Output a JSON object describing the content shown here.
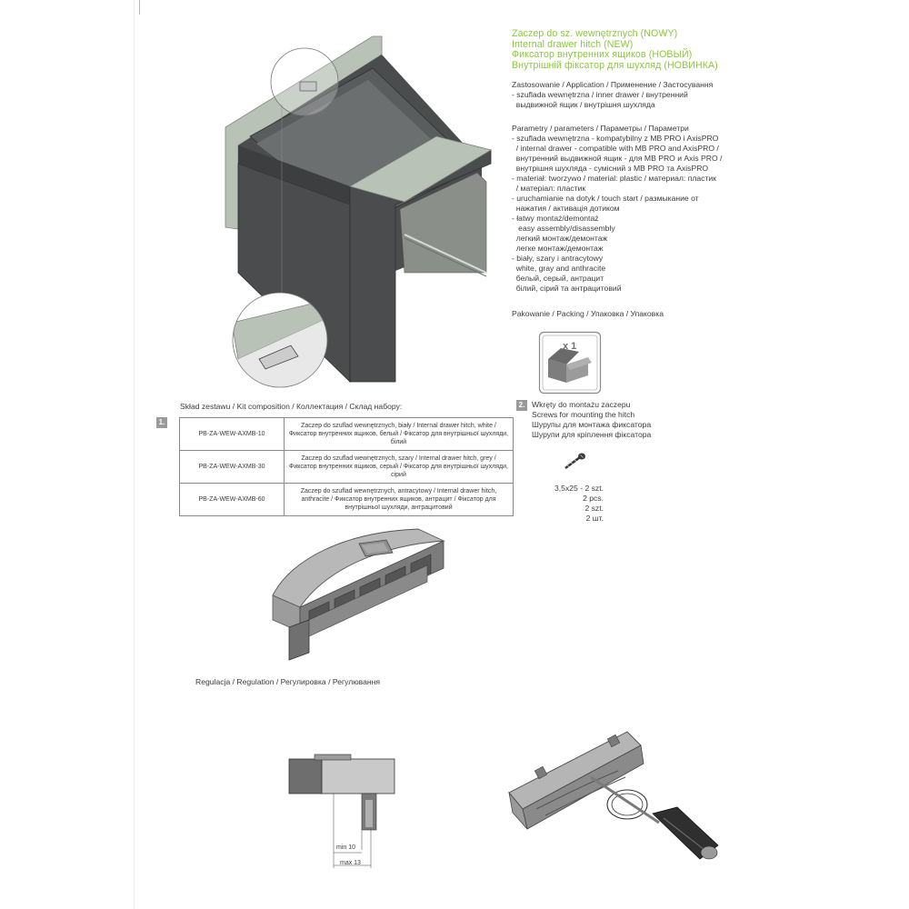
{
  "title": {
    "pl": "Zaczep do sz. wewnętrznych (NOWY)",
    "en": "Internal drawer hitch (NEW)",
    "ru": "Фиксатор внутренних ящиков (НОВЫЙ)",
    "ua": "Внутрішній фіксатор для шухляд (НОВИНКА)"
  },
  "application": {
    "heading": "Zastosowanie / Application / Применение / Застосування",
    "lines": [
      "- szuflada wewnętrzna / inner drawer / внутренний",
      "  выдвижной ящик / внутрішня шухляда"
    ]
  },
  "parameters": {
    "heading": "Parametry / parameters / Параметры / Параметри",
    "lines": [
      "- szuflada wewnętrzna - kompatybilny z MB PRO i AxisPRO",
      "  / internal drawer - compatible with MB PRO and AxisPRO /",
      "  внутренний выдвижной ящик - для MB PRO и Axis PRO /",
      "  внутрішня шухляда - сумісний з MB PRO та AxisPRO",
      "- materiał: tworzywo / material: plastic / материал: пластик",
      "  / матеріал: пластик",
      "- uruchamianie na dotyk / touch start / размыкание от",
      "  нажатия / активація дотиком",
      "- łatwy montaż/demontaż",
      "   easy assembly/disassembly",
      "  легкий монтаж/демонтаж",
      "  легке монтаж/демонтаж",
      "- biały, szary i antracytowy",
      "  white, gray and anthracite",
      "  белый, серый, антрацит",
      "  білий, сірий та антрацитовий"
    ]
  },
  "packing": {
    "heading": "Pakowanie / Packing / Упаковка / Упаковка",
    "count": "x 1"
  },
  "kit": {
    "label": "Skład zestawu / Kit composition / Коллектация / Склад набору:",
    "badge": "1.",
    "rows": [
      {
        "code": "PB-ZA-WEW-AXMB-10",
        "desc": "Zaczep do szuflad wewnętrznych, biały / Internal drawer hitch, white / Фиксатор внутренних ящиков, белый / Фіксатор для внутрішньої шухляди, білий"
      },
      {
        "code": "PB-ZA-WEW-AXMB-30",
        "desc": "Zaczep do szuflad wewnętrznych, szary / Internal drawer hitch, grey / Фиксатор внутренних ящиков, серый / Фіксатор для внутрішньої шухляди, сірий"
      },
      {
        "code": "PB-ZA-WEW-AXMB-60",
        "desc": "Zaczep do szuflad wewnętrznych, antracytowy / Internal drawer hitch, anthracite / Фиксатор внутренних ящиков, антрацит / Фіксатор для внутрішньої шухляди, антрацитовий"
      }
    ]
  },
  "screws": {
    "badge": "2.",
    "lines": [
      "Wkręty do montażu zaczepu",
      "Screws for mounting the hitch",
      "Шурупы для монтажа фиксатора",
      "Шурупи для кріплення фіксатора"
    ],
    "qty": [
      "3,5x25 - 2 szt.",
      "2 pcs.",
      "2 szt.",
      "2 шт."
    ]
  },
  "regulation": {
    "label": "Regulacja / Regulation / Регулировка / Регулювання",
    "min": "min 10",
    "max": "max 13"
  },
  "colors": {
    "accent": "#8cc63f",
    "anthracite": "#4a4c4d",
    "board": "#b9c2b6",
    "part_grey": "#b8b8b8"
  }
}
